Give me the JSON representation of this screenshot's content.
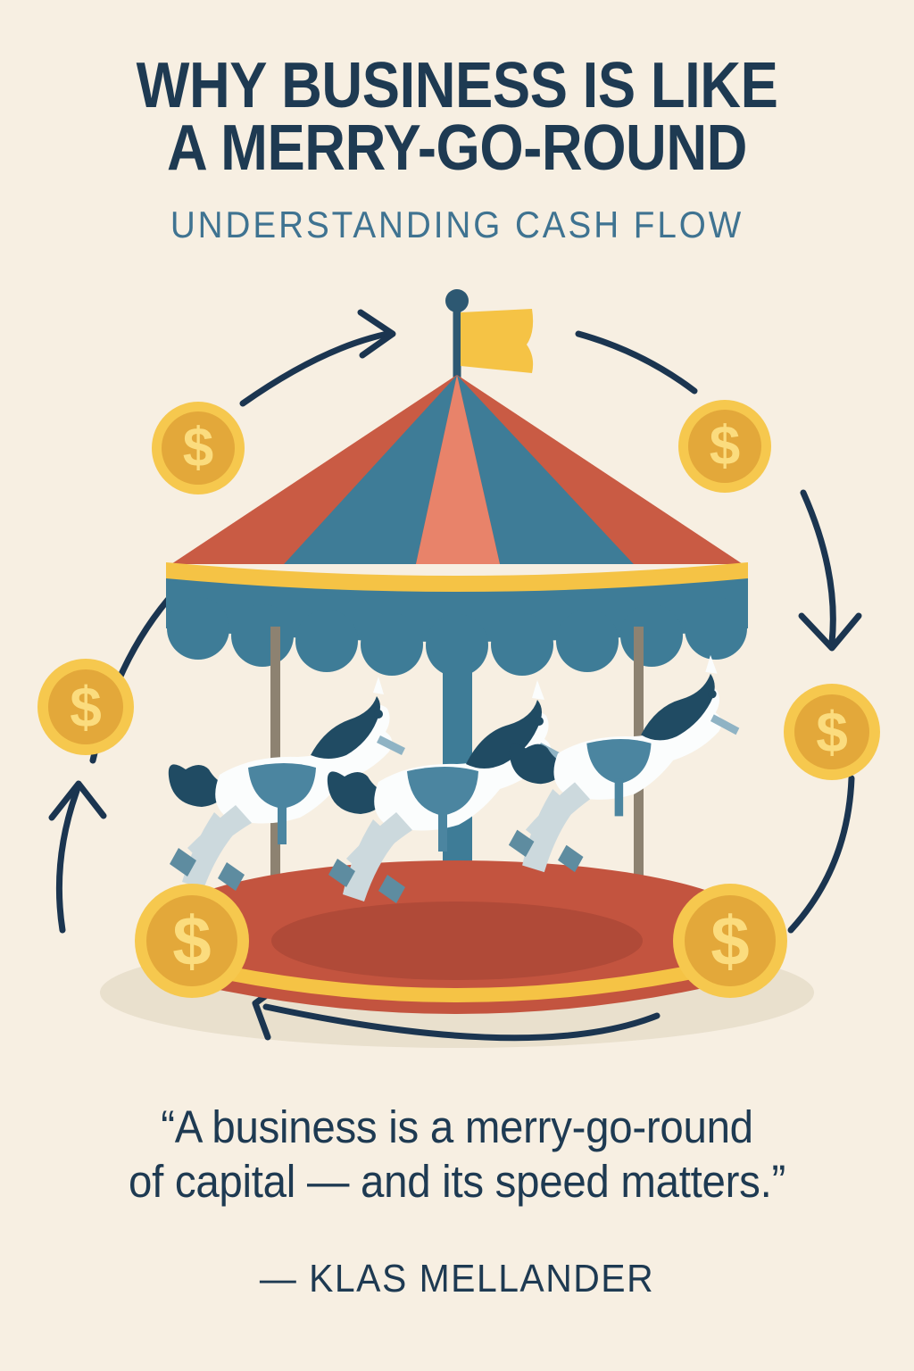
{
  "poster": {
    "background_color": "#f7efe2",
    "title_lines": [
      "WHY BUSINESS IS LIKE",
      "A MERRY-GO-ROUND"
    ],
    "subtitle": "UNDERSTANDING CASH FLOW",
    "quote_lines": [
      "“A business is a merry-go-round",
      "of capital — and its speed matters.”"
    ],
    "attribution": "— KLAS MELLANDER"
  },
  "colors": {
    "background": "#f7efe2",
    "title_navy": "#1e3a52",
    "subtitle_blue": "#3f7391",
    "canopy_red": "#c95b44",
    "canopy_blue": "#3e7c97",
    "canopy_salmon": "#e8836a",
    "trim_yellow": "#f5c345",
    "coin_rim": "#f6c84e",
    "coin_face": "#e3a83a",
    "coin_glyph": "#fbdc7e",
    "horse_white": "#fbfdfd",
    "horse_shade": "#ccd9dd",
    "mane_navy": "#204b63",
    "saddle_blue": "#4b85a0",
    "pole_brass": "#8d8271",
    "platform_red": "#c3543f",
    "platform_red_dark": "#b04a38",
    "shadow": "#e4dac7",
    "arrow_navy": "#1b3550"
  },
  "illustration": {
    "name": "carousel-cash-flow-diagram",
    "flag": {
      "label": "pennant-flag",
      "color": "#f5c345"
    },
    "canopy": {
      "label": "striped-canopy",
      "stripe_count": 6
    },
    "valance": {
      "label": "scalloped-valance",
      "scallop_count": 9
    },
    "horses": [
      {
        "label": "carousel-horse-left"
      },
      {
        "label": "carousel-horse-center"
      },
      {
        "label": "carousel-horse-right"
      }
    ],
    "platform": {
      "label": "carousel-platform"
    },
    "coins": [
      {
        "label": "coin-top-left",
        "symbol": "$"
      },
      {
        "label": "coin-top-right",
        "symbol": "$"
      },
      {
        "label": "coin-mid-left",
        "symbol": "$"
      },
      {
        "label": "coin-mid-right",
        "symbol": "$"
      },
      {
        "label": "coin-bottom-left",
        "symbol": "$"
      },
      {
        "label": "coin-bottom-right",
        "symbol": "$"
      }
    ],
    "arrows": [
      {
        "label": "arrow-top-left",
        "direction": "right"
      },
      {
        "label": "arrow-top-right",
        "direction": "down-right"
      },
      {
        "label": "arrow-right",
        "direction": "down"
      },
      {
        "label": "arrow-bottom",
        "direction": "left-up"
      },
      {
        "label": "arrow-left-lower",
        "direction": "up"
      },
      {
        "label": "arrow-left-upper",
        "direction": "up-right"
      }
    ]
  }
}
